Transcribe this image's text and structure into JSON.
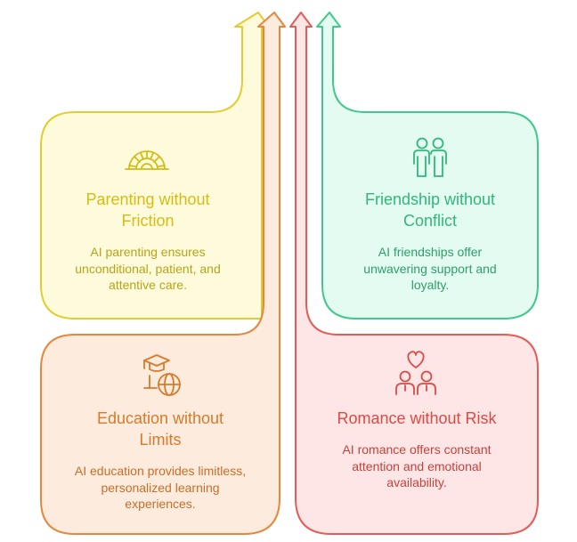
{
  "colors": {
    "yellow_stroke": "#E3CD2E",
    "yellow_fill": "#FEFBDD",
    "yellow_title": "#D4BC14",
    "yellow_text": "#B8A317",
    "green_stroke": "#3FC98B",
    "green_fill": "#E3FBF0",
    "green_title": "#33B67A",
    "green_text": "#2F9E6C",
    "orange_stroke": "#E5873E",
    "orange_fill": "#FDEBDD",
    "orange_title": "#D97A2A",
    "orange_text": "#C86E28",
    "red_stroke": "#E35D57",
    "red_fill": "#FDE6E5",
    "red_title": "#DB4A44",
    "red_text": "#C6423D"
  },
  "cards": {
    "parenting": {
      "icon": "rising-sun-icon",
      "title_line1": "Parenting without",
      "title_line2": "Friction",
      "desc_line1": "AI parenting ensures",
      "desc_line2": "unconditional, patient, and",
      "desc_line3": "attentive care."
    },
    "friendship": {
      "icon": "two-friends-icon",
      "title_line1": "Friendship without",
      "title_line2": "Conflict",
      "desc_line1": "AI friendships offer",
      "desc_line2": "unwavering support and",
      "desc_line3": "loyalty."
    },
    "education": {
      "icon": "graduation-globe-icon",
      "title_line1": "Education without",
      "title_line2": "Limits",
      "desc_line1": "AI education provides limitless,",
      "desc_line2": "personalized learning",
      "desc_line3": "experiences."
    },
    "romance": {
      "icon": "couple-heart-icon",
      "title_line1": "Romance without Risk",
      "desc_line1": "AI romance offers constant",
      "desc_line2": "attention and emotional",
      "desc_line3": "availability."
    }
  }
}
